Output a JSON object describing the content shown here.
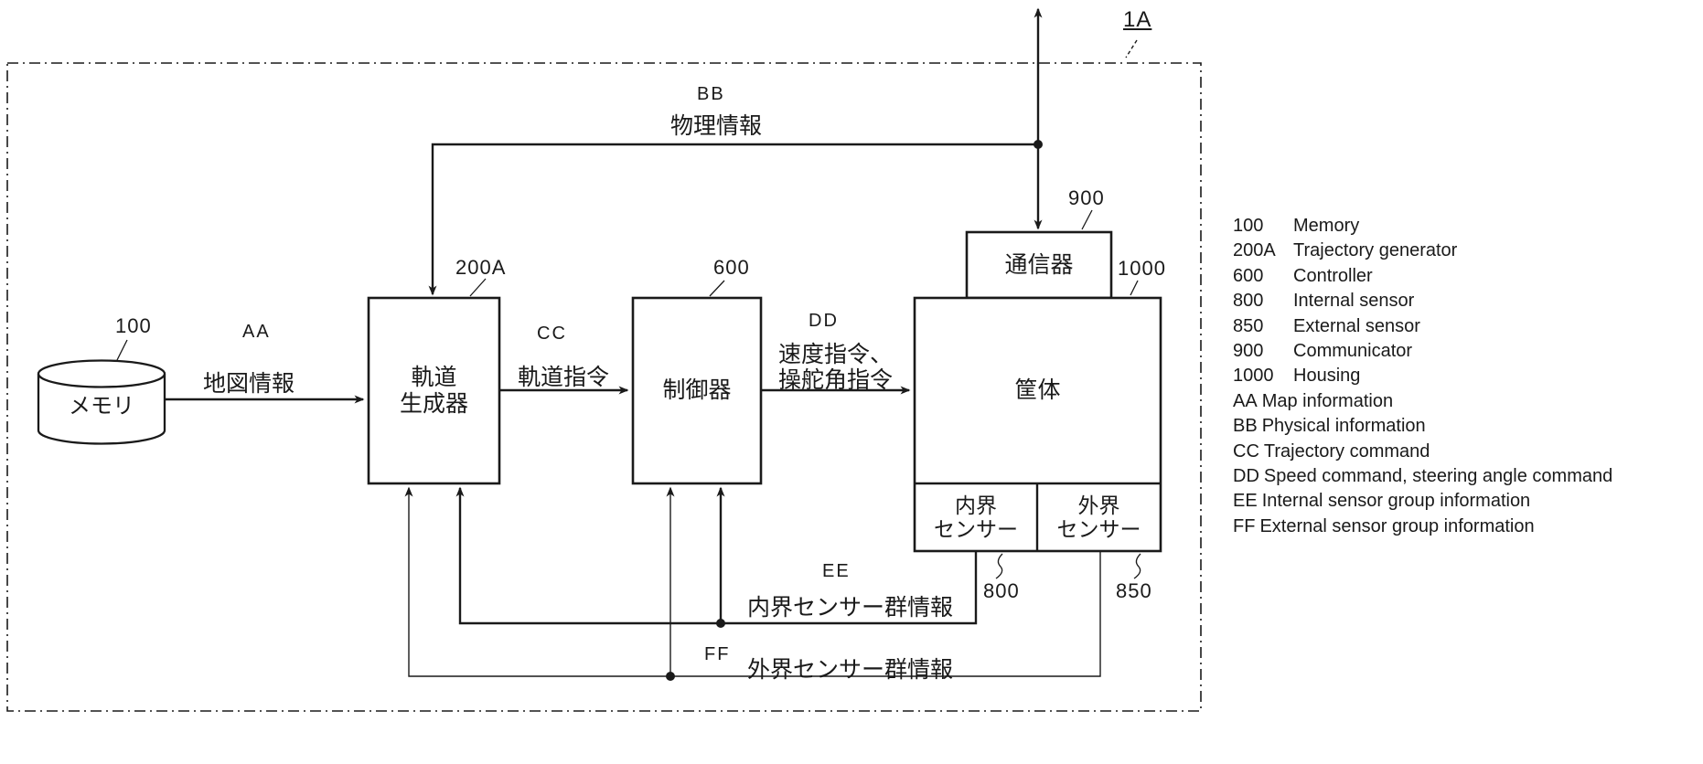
{
  "figure": {
    "id_label": "1A",
    "nodes": {
      "memory": {
        "ref": "100",
        "label": "メモリ"
      },
      "trajectory_generator": {
        "ref": "200A",
        "label_line1": "軌道",
        "label_line2": "生成器"
      },
      "controller": {
        "ref": "600",
        "label": "制御器"
      },
      "communicator": {
        "ref": "900",
        "label": "通信器"
      },
      "housing": {
        "ref": "1000",
        "label": "筐体"
      },
      "internal_sensor": {
        "ref": "800",
        "label_line1": "内界",
        "label_line2": "センサー"
      },
      "external_sensor": {
        "ref": "850",
        "label_line1": "外界",
        "label_line2": "センサー"
      }
    },
    "signals": {
      "aa": {
        "code": "AA",
        "label": "地図情報"
      },
      "bb": {
        "code": "BB",
        "label": "物理情報"
      },
      "cc": {
        "code": "CC",
        "label": "軌道指令"
      },
      "dd": {
        "code": "DD",
        "label_line1": "速度指令、",
        "label_line2": "操舵角指令"
      },
      "ee": {
        "code": "EE",
        "label": "内界センサー群情報"
      },
      "ff": {
        "code": "FF",
        "label": "外界センサー群情報"
      }
    }
  },
  "legend": {
    "items": [
      {
        "code": "100",
        "label": "Memory"
      },
      {
        "code": "200A",
        "label": "Trajectory generator"
      },
      {
        "code": "600",
        "label": "Controller"
      },
      {
        "code": "800",
        "label": "Internal sensor"
      },
      {
        "code": "850",
        "label": "External sensor"
      },
      {
        "code": "900",
        "label": "Communicator"
      },
      {
        "code": "1000",
        "label": "Housing"
      },
      {
        "code": "AA",
        "label": "Map information"
      },
      {
        "code": "BB",
        "label": "Physical information"
      },
      {
        "code": "CC",
        "label": "Trajectory command"
      },
      {
        "code": "DD",
        "label": "Speed command, steering angle command"
      },
      {
        "code": "EE",
        "label": "Internal sensor group information"
      },
      {
        "code": "FF",
        "label": "External sensor group information"
      }
    ]
  },
  "colors": {
    "ink": "#1a1a1a",
    "background": "#ffffff"
  }
}
